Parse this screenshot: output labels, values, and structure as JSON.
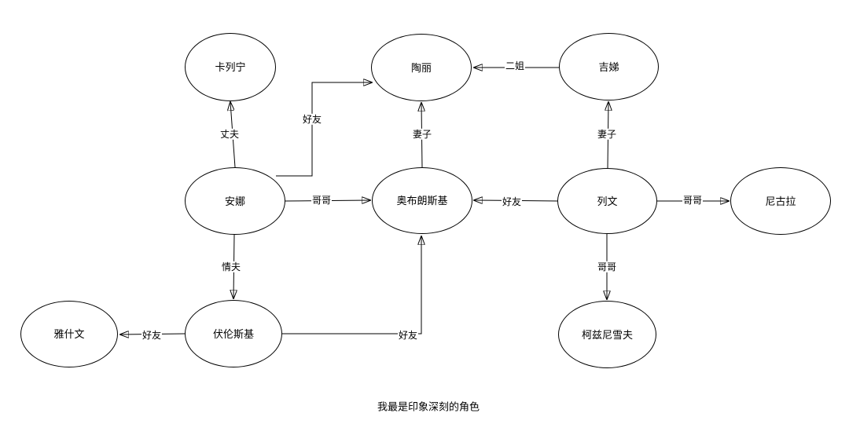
{
  "diagram": {
    "background_color": "#ffffff",
    "node_fill_color": "#ffffff",
    "node_stroke_color": "#000000",
    "line_color": "#000000",
    "text_color": "#000000"
  },
  "caption": "我最是印象深刻的角色",
  "nodes": [
    {
      "id": "karenin",
      "label": "卡列宁"
    },
    {
      "id": "dolly",
      "label": "陶丽"
    },
    {
      "id": "kitty",
      "label": "吉娣"
    },
    {
      "id": "anna",
      "label": "安娜"
    },
    {
      "id": "oblonsky",
      "label": "奥布朗斯基"
    },
    {
      "id": "levin",
      "label": "列文"
    },
    {
      "id": "nikolai",
      "label": "尼古拉"
    },
    {
      "id": "yashvin",
      "label": "雅什文"
    },
    {
      "id": "vronsky",
      "label": "伏伦斯基"
    },
    {
      "id": "koznyshev",
      "label": "柯兹尼雪夫"
    }
  ],
  "edges": [
    {
      "from": "安娜",
      "to": "卡列宁",
      "label": "丈夫"
    },
    {
      "from": "安娜",
      "to": "陶丽",
      "label": "好友"
    },
    {
      "from": "安娜",
      "to": "奥布朗斯基",
      "label": "哥哥"
    },
    {
      "from": "安娜",
      "to": "伏伦斯基",
      "label": "情夫"
    },
    {
      "from": "奥布朗斯基",
      "to": "陶丽",
      "label": "妻子"
    },
    {
      "from": "吉娣",
      "to": "陶丽",
      "label": "二姐"
    },
    {
      "from": "列文",
      "to": "吉娣",
      "label": "妻子"
    },
    {
      "from": "列文",
      "to": "奥布朗斯基",
      "label": "好友"
    },
    {
      "from": "列文",
      "to": "尼古拉",
      "label": "哥哥"
    },
    {
      "from": "列文",
      "to": "柯兹尼雪夫",
      "label": "哥哥"
    },
    {
      "from": "伏伦斯基",
      "to": "雅什文",
      "label": "好友"
    },
    {
      "from": "伏伦斯基",
      "to": "奥布朗斯基",
      "label": "好友"
    }
  ]
}
